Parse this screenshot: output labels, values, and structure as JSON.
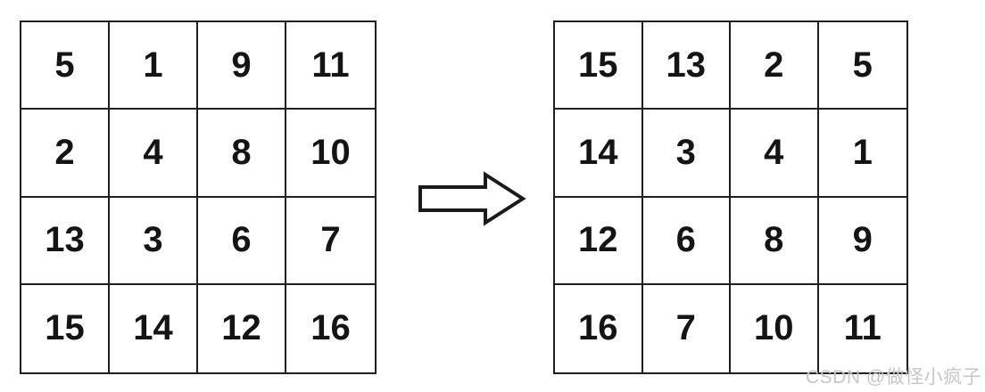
{
  "diagram": {
    "description_visible": false,
    "left_matrix": {
      "rows": [
        [
          "5",
          "1",
          "9",
          "11"
        ],
        [
          "2",
          "4",
          "8",
          "10"
        ],
        [
          "13",
          "3",
          "6",
          "7"
        ],
        [
          "15",
          "14",
          "12",
          "16"
        ]
      ]
    },
    "right_matrix": {
      "rows": [
        [
          "15",
          "13",
          "2",
          "5"
        ],
        [
          "14",
          "3",
          "4",
          "1"
        ],
        [
          "12",
          "6",
          "8",
          "9"
        ],
        [
          "16",
          "7",
          "10",
          "11"
        ]
      ]
    },
    "arrow": {
      "icon": "right-arrow",
      "direction": "right",
      "fill": "#ffffff",
      "stroke": "#1a1a1a"
    }
  },
  "watermark": {
    "text": "CSDN @做怪小疯子",
    "color": "#c6c6c6"
  },
  "colors": {
    "background": "#ffffff",
    "grid_line": "#1f1f1f",
    "cell_text": "#141414"
  }
}
